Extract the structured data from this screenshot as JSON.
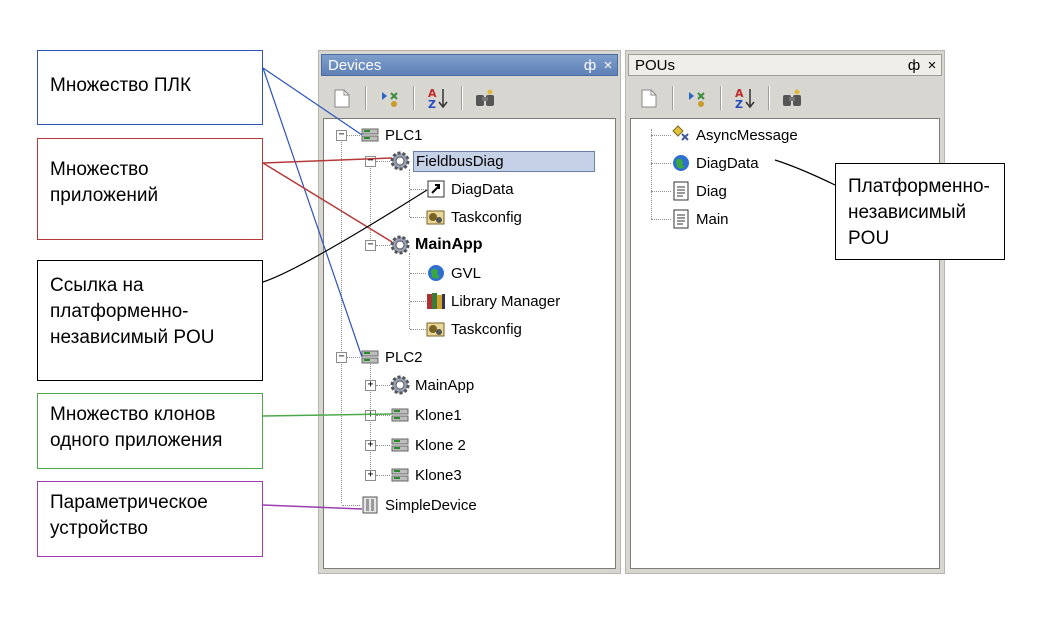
{
  "devices_panel": {
    "title": "Devices",
    "pin": "ф",
    "close": "×",
    "tree": {
      "plc1": "PLC1",
      "fieldbusdiag": "FieldbusDiag",
      "diagdata": "DiagData",
      "taskconfig1": "Taskconfig",
      "mainapp": "MainApp",
      "gvl": "GVL",
      "library_manager": "Library Manager",
      "taskconfig2": "Taskconfig",
      "plc2": "PLC2",
      "mainapp2": "MainApp",
      "klone1": "Klone1",
      "klone2": "Klone 2",
      "klone3": "Klone3",
      "simpledevice": "SimpleDevice"
    }
  },
  "pous_panel": {
    "title": "POUs",
    "pin": "ф",
    "close": "×",
    "tree": {
      "asyncmessage": "AsyncMessage",
      "diagdata": "DiagData",
      "diag": "Diag",
      "main": "Main"
    }
  },
  "callouts": {
    "plc": [
      "Множество ПЛК"
    ],
    "apps": [
      "Множество",
      "приложений"
    ],
    "link": [
      "Ссылка на",
      "платформенно-",
      "независимый POU"
    ],
    "clones": [
      "Множество клонов",
      "одного приложения"
    ],
    "param": [
      "Параметрическое",
      "устройство"
    ],
    "platform": [
      "Платформенно-",
      "независимый",
      "POU"
    ]
  },
  "colors": {
    "plc_border": "#2e54b8",
    "apps_border": "#b43a3a",
    "clones_border": "#4ca84a",
    "param_border": "#9b3fae",
    "title_active": "#6f8fc2"
  },
  "icons": {
    "toolbar": [
      "page-icon",
      "properties-icon",
      "sort-az-icon",
      "find-icon"
    ],
    "plc": "network-device-icon",
    "application": "gear-icon",
    "link": "shortcut-icon",
    "taskconfig": "task-config-icon",
    "gvl": "globe-icon",
    "library": "books-icon",
    "pou": "document-icon",
    "interface": "diamond-icon",
    "simple_device": "device-box-icon"
  }
}
